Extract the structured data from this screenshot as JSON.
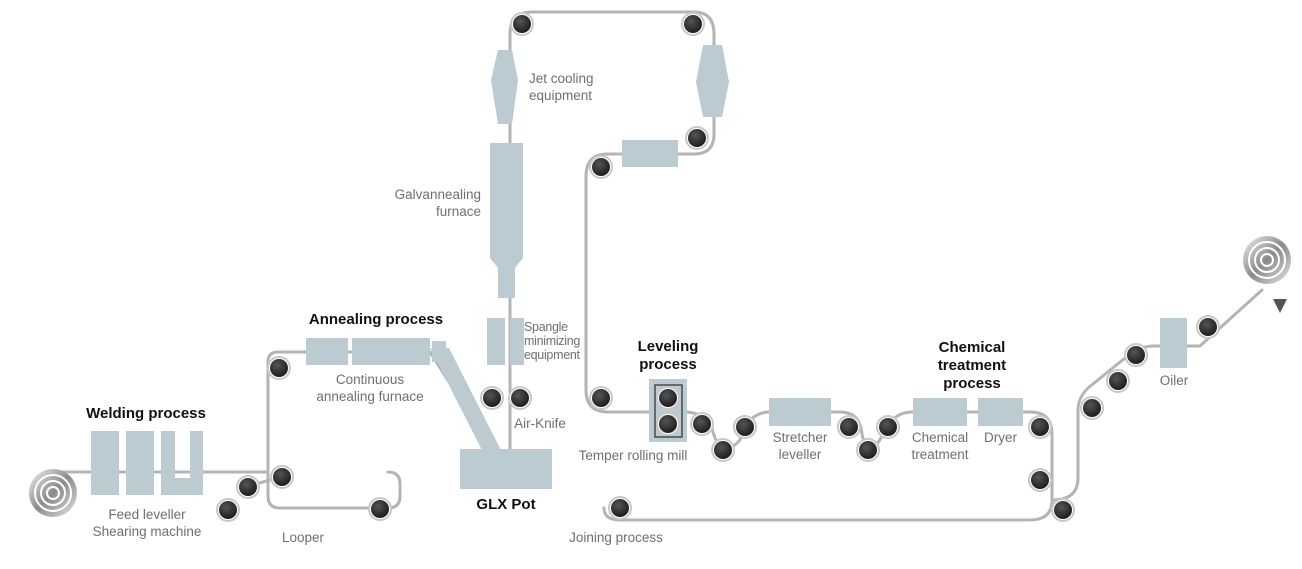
{
  "titles": {
    "welding": "Welding process",
    "annealing": "Annealing process",
    "glx_pot": "GLX Pot",
    "leveling_1": "Leveling",
    "leveling_2": "process",
    "chemical_1": "Chemical",
    "chemical_2": "treatment",
    "chemical_3": "process"
  },
  "labels": {
    "feed_leveller": "Feed leveller",
    "shearing_machine": "Shearing machine",
    "looper": "Looper",
    "continuous_1": "Continuous",
    "continuous_2": "annealing furnace",
    "jet_cooling_1": "Jet cooling",
    "jet_cooling_2": "equipment",
    "galvannealing_1": "Galvannealing",
    "galvannealing_2": "furnace",
    "spangle_1": "Spangle",
    "spangle_2": "minimizing",
    "spangle_3": "equipment",
    "air_knife": "Air-Knife",
    "temper_rolling_mill": "Temper rolling mill",
    "stretcher_1": "Stretcher",
    "stretcher_2": "leveller",
    "chem_treat_1": "Chemical",
    "chem_treat_2": "treatment",
    "dryer": "Dryer",
    "oiler": "Oiler",
    "joining_process": "Joining process"
  },
  "colors": {
    "strip_line": "#b4b4b4",
    "equipment": "#bccad2",
    "roller_fill": "#2c2c2c",
    "roller_ring": "#c8c8c8",
    "title_text": "#111111",
    "label_text": "#6f6f6f"
  }
}
